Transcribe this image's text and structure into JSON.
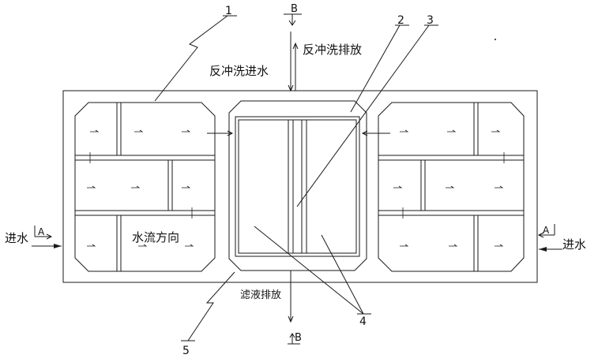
{
  "labels": {
    "callout_1": "1",
    "callout_2": "2",
    "callout_3": "3",
    "callout_4": "4",
    "callout_5": "5",
    "section_b_top": "B",
    "section_b_bottom": "B",
    "section_a_left": "A",
    "section_a_right": "A",
    "backwash_inlet": "反冲洗进水",
    "backwash_discharge": "反冲洗排放",
    "filtrate_discharge": "滤液排放",
    "inlet_left": "进水",
    "inlet_right": "进水",
    "flow_direction": "水流方向"
  }
}
